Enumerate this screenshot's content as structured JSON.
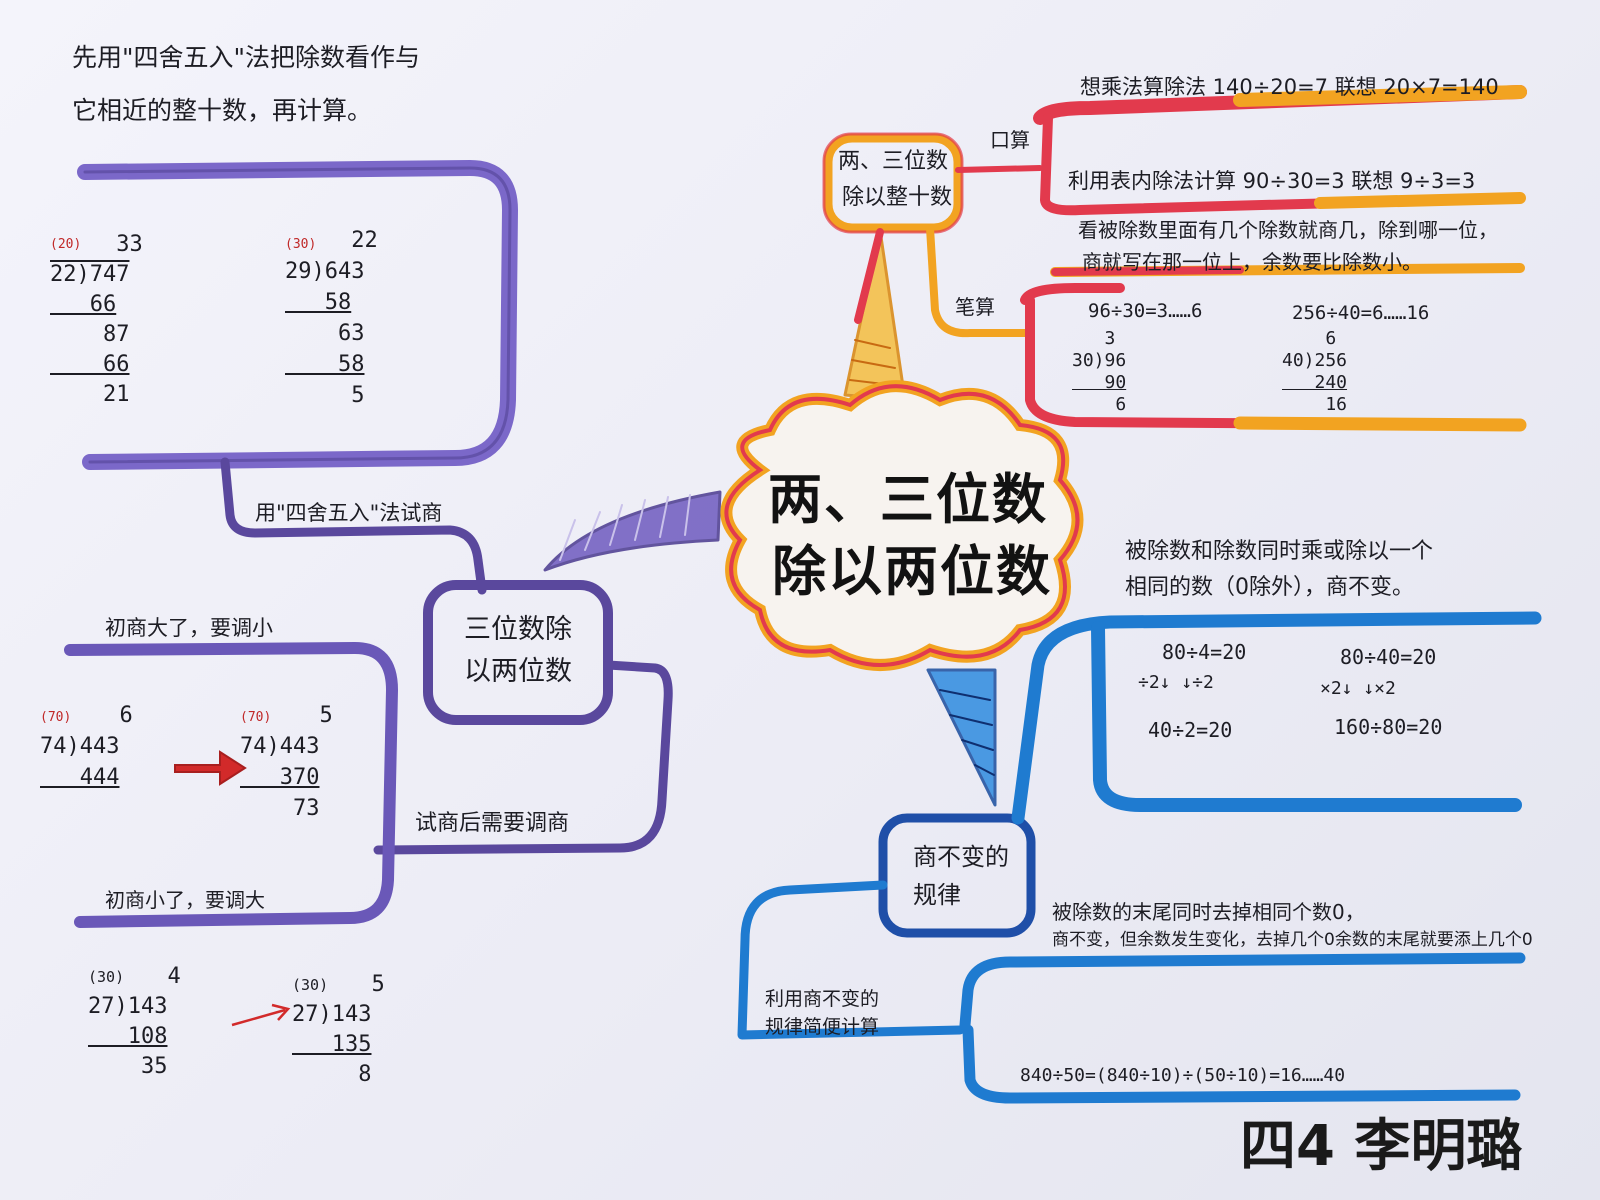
{
  "center": {
    "line1": "两、三位数",
    "line2": "除以两位数"
  },
  "signature": "四4 李明璐",
  "left_note": {
    "line1": "先用\"四舍五入\"法把除数看作与",
    "line2": "它相近的整十数，再计算。"
  },
  "left_branch": {
    "node": {
      "line1": "三位数除",
      "line2": "以两位数"
    },
    "trial_label": "用\"四舍五入\"法试商",
    "adjust_label": "试商后需要调商",
    "too_big_label": "初商大了，要调小",
    "too_small_label": "初商小了，要调大",
    "example_a": {
      "mark": "(20)",
      "lines": [
        "     33",
        "22)747",
        "   66",
        "    87",
        "    66",
        "    21"
      ]
    },
    "example_b": {
      "mark": "(30)",
      "lines": [
        "     22",
        "29)643",
        "   58",
        "    63",
        "    58",
        "     5"
      ]
    },
    "example_c": {
      "mark": "(70)",
      "lines": [
        "      6",
        "74)443",
        "   444"
      ]
    },
    "example_d": {
      "mark": "(70)",
      "lines": [
        "      5",
        "74)443",
        "   370",
        "    73"
      ]
    },
    "example_e": {
      "mark": "(30)",
      "lines": [
        "      4",
        "27)143",
        "   108",
        "    35"
      ]
    },
    "example_f": {
      "mark": "(30)",
      "lines": [
        "      5",
        "27)143",
        "   135",
        "     8"
      ]
    }
  },
  "top_right_branch": {
    "node": {
      "line1": "两、三位数",
      "line2": "除以整十数"
    },
    "oral_label": "口算",
    "oral_1": "想乘法算除法  140÷20=7  联想  20×7=140",
    "oral_2": "利用表内除法计算  90÷30=3  联想  9÷3=3",
    "written_label": "笔算",
    "written_rule_1": "看被除数里面有几个除数就商几，除到哪一位，",
    "written_rule_2": "商就写在那一位上，余数要比除数小。",
    "eq_1": "96÷30=3……6",
    "eq_2": "256÷40=6……16",
    "div_1": {
      "lines": [
        "   3",
        "30)96",
        "   90",
        "    6"
      ]
    },
    "div_2": {
      "lines": [
        "    6",
        "40)256",
        "   240",
        "    16"
      ]
    }
  },
  "bottom_right_branch": {
    "node": {
      "line1": "商不变的",
      "line2": "规律"
    },
    "rule_1": "被除数和除数同时乘或除以一个",
    "rule_2": "相同的数（0除外），商不变。",
    "ex_1": {
      "top": "80÷4=20",
      "ops": "÷2↓  ↓÷2",
      "bottom": "40÷2=20"
    },
    "ex_2": {
      "top": "80÷40=20",
      "ops": "×2↓  ↓×2",
      "bottom": "160÷80=20"
    },
    "simplify_label_1": "利用商不变的",
    "simplify_label_2": "规律简便计算",
    "simplify_rule_1": "被除数的末尾同时去掉相同个数0，",
    "simplify_rule_2": "商不变，但余数发生变化，去掉几个0余数的末尾就要添上几个0",
    "simplify_eq": "840÷50=(840÷10)÷(50÷10)=16……40"
  },
  "colors": {
    "purple": "#6a58b8",
    "purple_dark": "#4f3f93",
    "red": "#e23a4d",
    "orange": "#f2a321",
    "blue": "#1f7bd0",
    "blue_dark": "#1f4fa8",
    "arrow_red": "#d22a2a"
  }
}
